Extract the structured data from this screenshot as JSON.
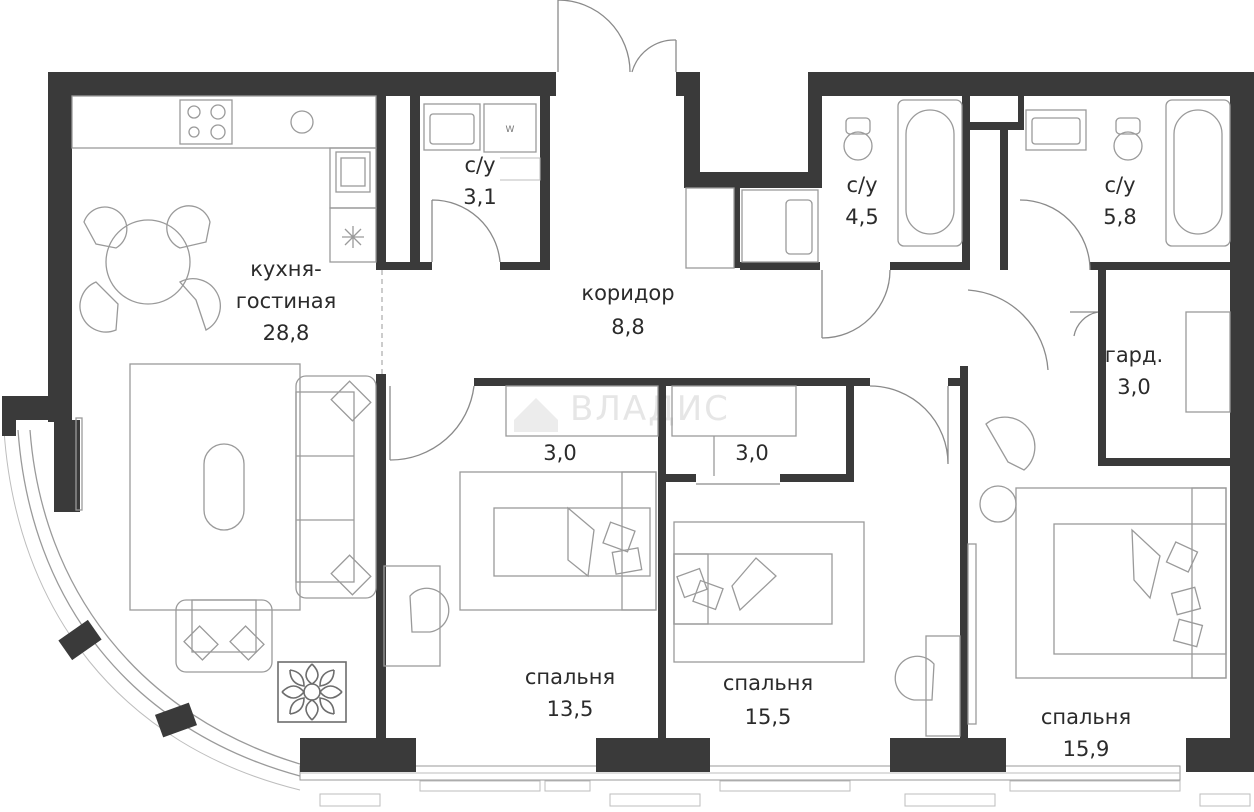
{
  "watermark": "ВЛАДИС",
  "rooms": {
    "wc1": {
      "name": "с/у",
      "area": "3,1"
    },
    "wc2": {
      "name": "с/у",
      "area": "4,5"
    },
    "wc3": {
      "name": "с/у",
      "area": "5,8"
    },
    "kitchen": {
      "name1": "кухня-",
      "name2": "гостиная",
      "area": "28,8"
    },
    "corridor": {
      "name": "коридор",
      "area": "8,8"
    },
    "wardrobe": {
      "name": "гард.",
      "area": "3,0"
    },
    "closet1": {
      "area": "3,0"
    },
    "closet2": {
      "area": "3,0"
    },
    "bed1": {
      "name": "спальня",
      "area": "13,5"
    },
    "bed2": {
      "name": "спальня",
      "area": "15,5"
    },
    "bed3": {
      "name": "спальня",
      "area": "15,9"
    }
  }
}
